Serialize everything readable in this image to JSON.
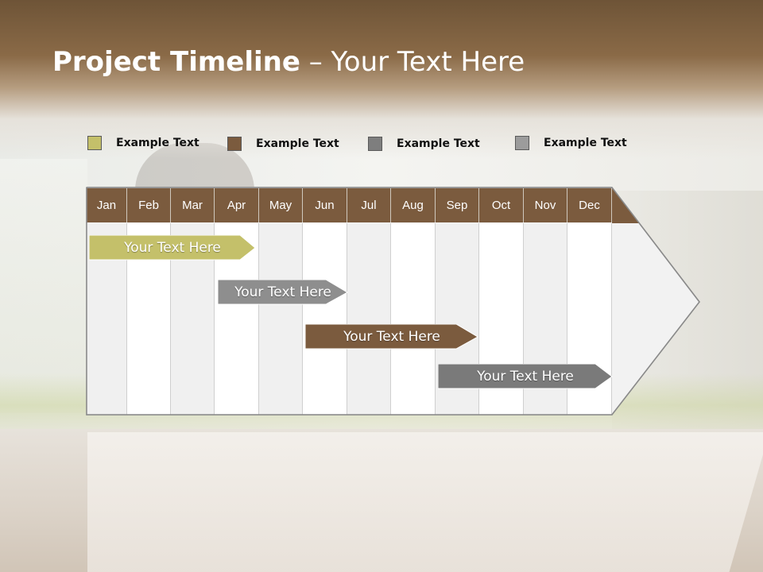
{
  "title": {
    "bold": "Project Timeline",
    "rest": " – Your Text Here"
  },
  "legend": [
    {
      "label": "Example Text",
      "color": "#c4c06a"
    },
    {
      "label": "Example Text",
      "color": "#7b5b3e"
    },
    {
      "label": "Example Text",
      "color": "#7e7e7e"
    },
    {
      "label": "Example Text",
      "color": "#9c9c9c"
    }
  ],
  "months": [
    "Jan",
    "Feb",
    "Mar",
    "Apr",
    "May",
    "Jun",
    "Jul",
    "Aug",
    "Sep",
    "Oct",
    "Nov",
    "Dec"
  ],
  "colors": {
    "header": "#7b5b3e",
    "task1": "#c4c06a",
    "task2": "#8e8e8e",
    "task3": "#7b5b3e",
    "task4": "#7a7a7a"
  },
  "tasks": [
    {
      "label": "Your  Text Here",
      "start": "Jan",
      "end": "Apr"
    },
    {
      "label": "Your  Text Here",
      "start": "Apr",
      "end": "Jun"
    },
    {
      "label": "Your  Text Here",
      "start": "Jun",
      "end": "Sep"
    },
    {
      "label": "Your  Text Here",
      "start": "Sep",
      "end": "Dec"
    }
  ]
}
